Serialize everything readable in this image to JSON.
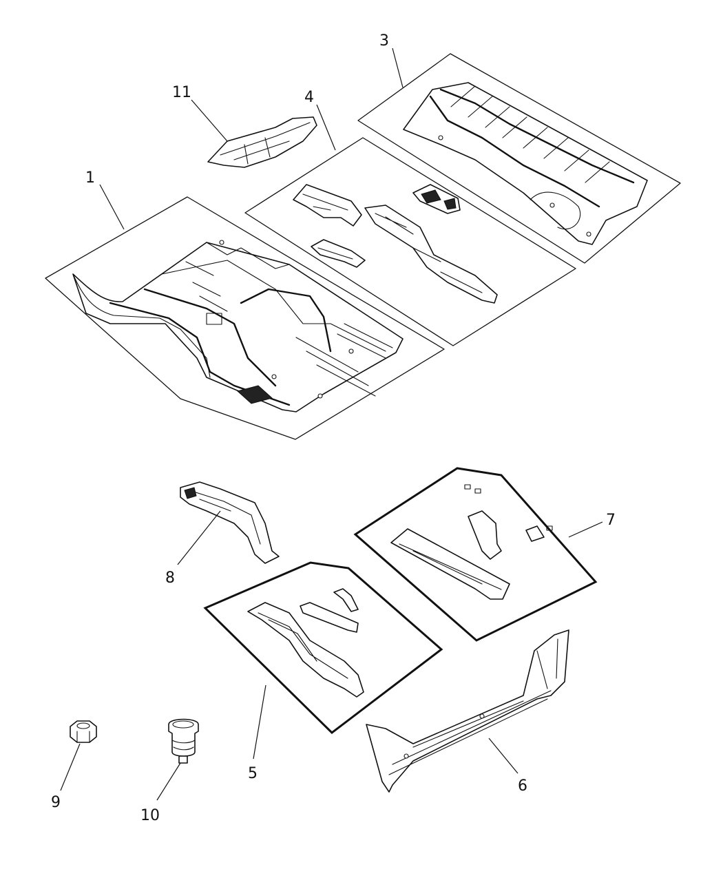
{
  "callouts": {
    "c1": "1",
    "c3": "3",
    "c4": "4",
    "c5": "5",
    "c6": "6",
    "c7": "7",
    "c8": "8",
    "c9": "9",
    "c10": "10",
    "c11": "11"
  }
}
